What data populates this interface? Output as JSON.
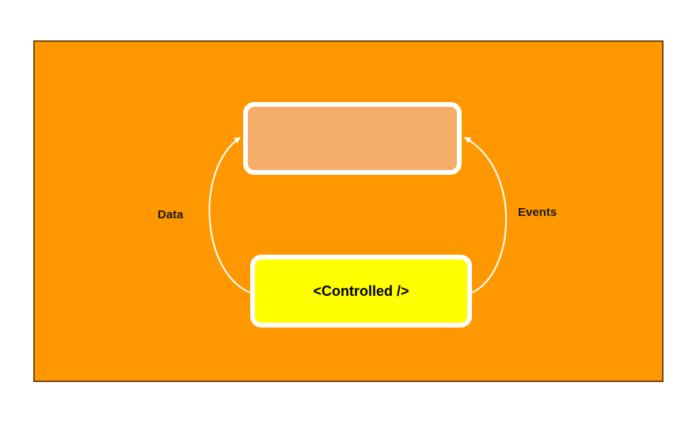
{
  "diagram": {
    "controlled_label": "<Controlled />",
    "left_edge_label": "Data",
    "right_edge_label": "Events",
    "colors": {
      "panel": "#FF9800",
      "parent_box": "#F4AE6A",
      "child_box": "#FFFF00",
      "border": "#FFFFFF"
    }
  }
}
